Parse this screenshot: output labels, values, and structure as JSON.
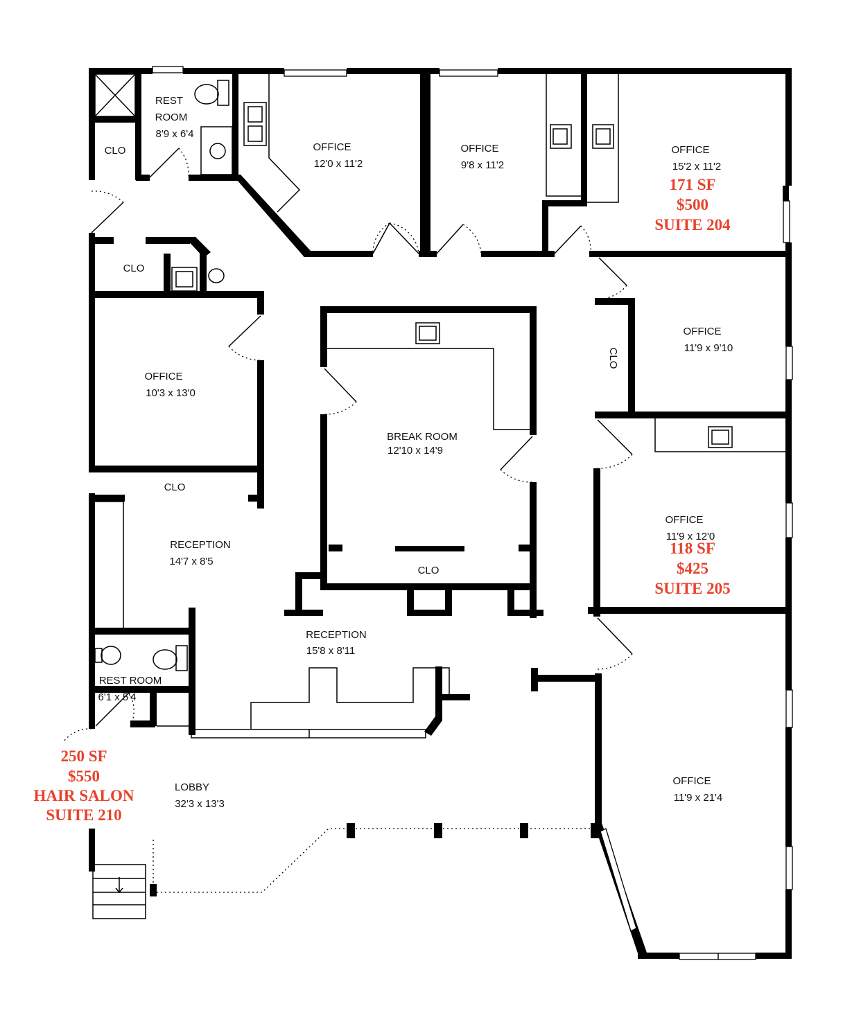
{
  "rooms": [
    {
      "name": "REST\nROOM",
      "line1": "REST",
      "line2": "ROOM",
      "dim": "8'9 x 6'4"
    },
    {
      "name": "OFFICE",
      "dim": "12'0 x 11'2"
    },
    {
      "name": "OFFICE",
      "dim": "9'8 x 11'2"
    },
    {
      "name": "OFFICE",
      "dim": "15'2 x 11'2"
    },
    {
      "name": "OFFICE",
      "dim": "11'9 x 9'10"
    },
    {
      "name": "OFFICE",
      "dim": "10'3 x 13'0"
    },
    {
      "name": "BREAK ROOM",
      "dim": "12'10 x 14'9"
    },
    {
      "name": "OFFICE",
      "dim": "11'9 x 12'0"
    },
    {
      "name": "RECEPTION",
      "dim": "14'7 x 8'5"
    },
    {
      "name": "RECEPTION",
      "dim": "15'8 x 8'11"
    },
    {
      "name": "REST ROOM",
      "dim": "6'1 x 5'4"
    },
    {
      "name": "LOBBY",
      "dim": "32'3 x 13'3"
    },
    {
      "name": "OFFICE",
      "dim": "11'9 x 21'4"
    }
  ],
  "closets": [
    "CLO",
    "CLO",
    "CLO",
    "CLO",
    "CLO"
  ],
  "suites": [
    {
      "sf": "171 SF",
      "price": "$500",
      "suite": "SUITE 204"
    },
    {
      "sf": "118 SF",
      "price": "$425",
      "suite": "SUITE 205"
    },
    {
      "sf": "250 SF",
      "price": "$550",
      "use": "HAIR SALON",
      "suite": "SUITE 210"
    }
  ],
  "colors": {
    "wall": "#000000",
    "suite_label": "#e8412b",
    "background": "#ffffff"
  },
  "icons": [
    "toilet-icon",
    "sink-icon",
    "shower-icon",
    "stairs-icon"
  ]
}
